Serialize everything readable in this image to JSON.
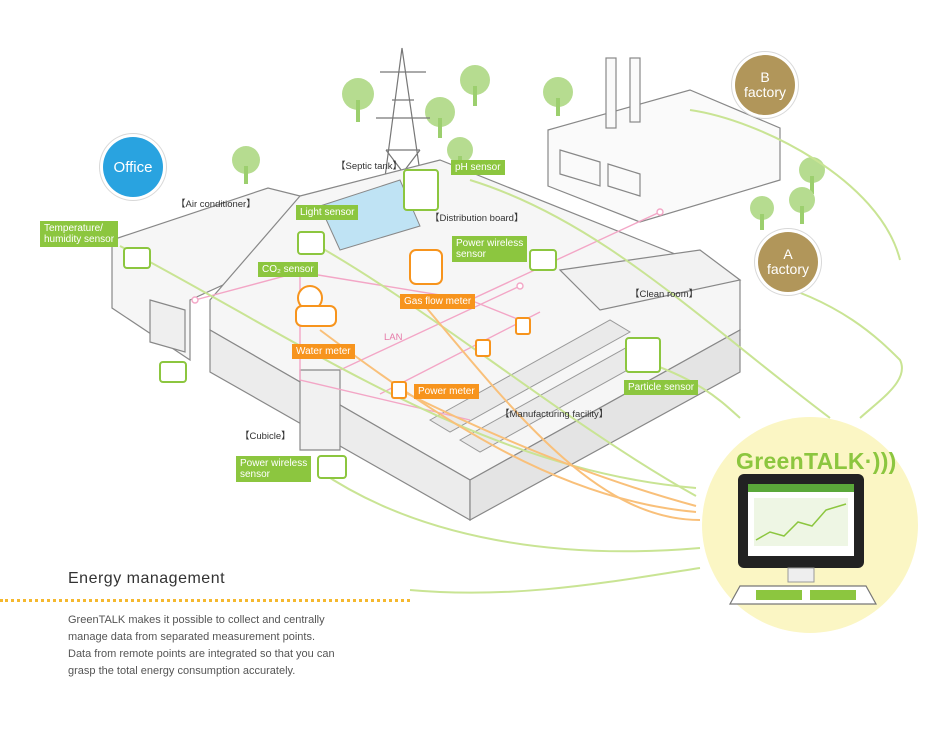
{
  "bubbles": {
    "office": "Office",
    "factory_b": [
      "B",
      "factory"
    ],
    "factory_a": [
      "A",
      "factory"
    ]
  },
  "areas": {
    "air_conditioner": "【Air conditioner】",
    "septic_tank": "【Septic tank】",
    "distribution_board": "【Distribution board】",
    "clean_room": "【Clean room】",
    "manufacturing_facility": "【Manufacturing facility】",
    "cubicle": "【Cubicle】",
    "lan": "LAN"
  },
  "sensors": {
    "temperature_humidity": [
      "Temperature/",
      "humidity sensor"
    ],
    "light": "Light sensor",
    "co2": "CO₂ sensor",
    "ph": "pH sensor",
    "power_wireless_top": [
      "Power wireless",
      "sensor"
    ],
    "power_wireless_bottom": [
      "Power wireless",
      "sensor"
    ],
    "particle": "Particle sensor"
  },
  "meters": {
    "gas_flow": "Gas flow meter",
    "water": "Water meter",
    "power": "Power meter"
  },
  "greentalk": {
    "logo": "GreenTALK"
  },
  "energy": {
    "title": "Energy management",
    "lines": [
      "GreenTALK makes it possible to collect and centrally",
      "manage data from separated measurement points.",
      "Data from remote points are integrated so that you can",
      "grasp the total energy consumption accurately."
    ]
  },
  "colors": {
    "sensor_green": "#8cc63f",
    "meter_orange": "#f7941d",
    "office_blue": "#29a3e0",
    "factory_gold": "#b1965a",
    "lan_pink": "#e67aa8",
    "monitor_glow": "#fbf6c4"
  },
  "icons": [
    "tree-icon",
    "power-tower-icon",
    "sensor-box-icon",
    "meter-icon",
    "monitor-icon",
    "keyboard-icon",
    "wireless-signal-icon"
  ]
}
